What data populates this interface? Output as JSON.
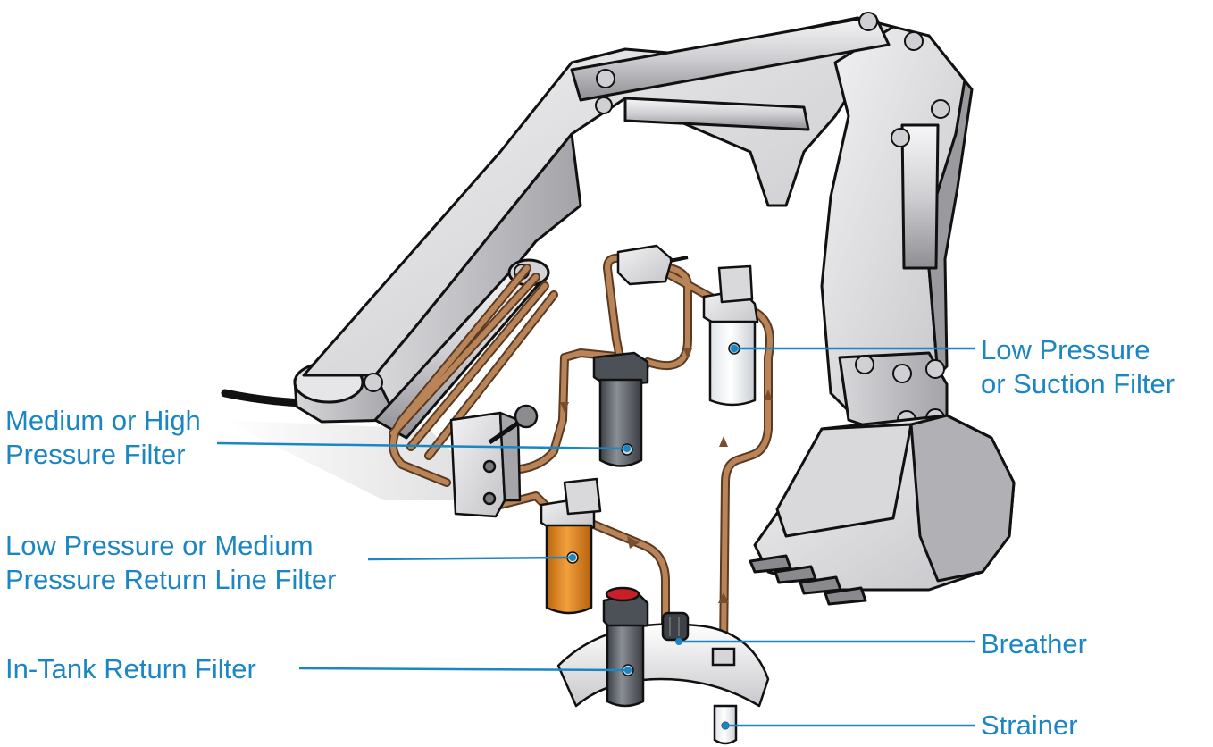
{
  "colors": {
    "label_text": "#1b86c4",
    "leader_line": "#1b86c4",
    "arm_light": "#e6e6e8",
    "arm_mid": "#c9c9cc",
    "arm_dark": "#8f8f93",
    "outline": "#111111",
    "hose": "#b07c52",
    "hose_dark": "#7a4e2c",
    "filter_orange": "#e0861c",
    "filter_dark": "#555a60",
    "filter_white": "#f4f6f8",
    "red_cap": "#c8202a"
  },
  "labels": {
    "medium_high": [
      "Medium or High",
      "Pressure Filter"
    ],
    "low_return": [
      "Low Pressure or Medium",
      "Pressure Return Line Filter"
    ],
    "in_tank": [
      "In-Tank Return Filter"
    ],
    "low_suction": [
      "Low Pressure",
      "or Suction Filter"
    ],
    "breather": [
      "Breather"
    ],
    "strainer": [
      "Strainer"
    ]
  }
}
